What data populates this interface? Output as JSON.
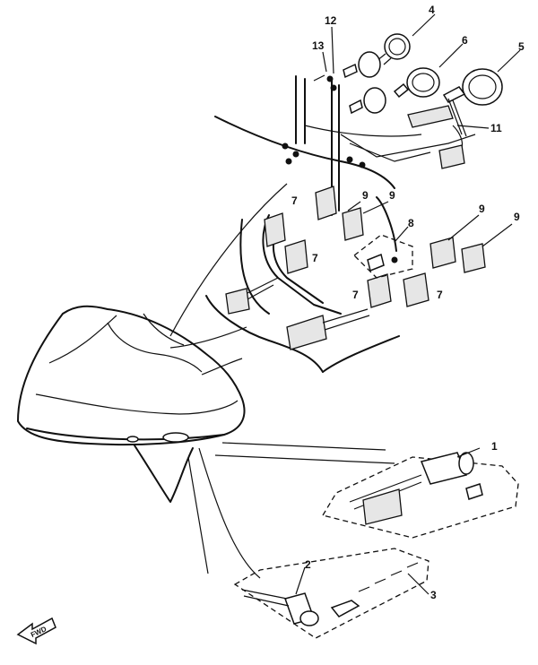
{
  "callouts": {
    "c1": "1",
    "c2": "2",
    "c3": "3",
    "c4": "4",
    "c5": "5",
    "c6": "6",
    "c7a": "7",
    "c7b": "7",
    "c7c": "7",
    "c7d": "7",
    "c8": "8",
    "c9a": "9",
    "c9b": "9",
    "c9c": "9",
    "c9d": "9",
    "c11": "11",
    "c12": "12",
    "c13": "13"
  },
  "fwd_label": "FWD"
}
